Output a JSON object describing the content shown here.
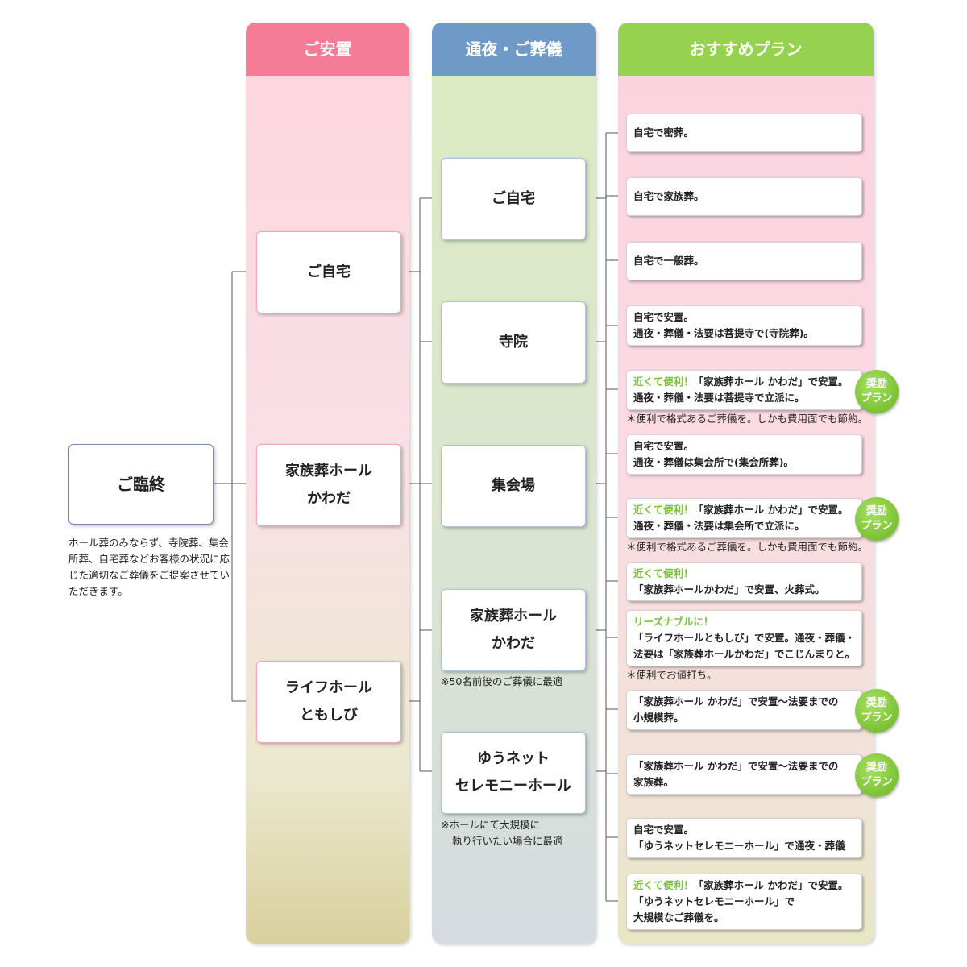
{
  "columns": {
    "anchi": "ご安置",
    "tsuya": "通夜・ご葬儀",
    "plan": "おすすめプラン"
  },
  "start": {
    "label": "ご臨終",
    "description": "ホール葬のみならず、寺院葬、集会所葬、自宅葬などお客様の状況に応じた適切なご葬儀をご提案させていただきます。"
  },
  "anchi_nodes": [
    {
      "lines": [
        "ご自宅"
      ]
    },
    {
      "lines": [
        "家族葬ホール",
        "かわだ"
      ]
    },
    {
      "lines": [
        "ライフホール",
        "ともしび"
      ]
    }
  ],
  "tsuya_nodes": [
    {
      "lines": [
        "ご自宅"
      ],
      "note": ""
    },
    {
      "lines": [
        "寺院"
      ],
      "note": ""
    },
    {
      "lines": [
        "集会場"
      ],
      "note": ""
    },
    {
      "lines": [
        "家族葬ホール",
        "かわだ"
      ],
      "note": "※50名前後のご葬儀に最適"
    },
    {
      "lines": [
        "ゆうネット",
        "セレモニーホール"
      ],
      "note_lines": [
        "※ホールにて大規模に",
        "執り行いたい場合に最適"
      ]
    }
  ],
  "plans": [
    {
      "highlight": "",
      "lines": [
        "自宅で密葬。"
      ]
    },
    {
      "highlight": "",
      "lines": [
        "自宅で家族葬。"
      ]
    },
    {
      "highlight": "",
      "lines": [
        "自宅で一般葬。"
      ]
    },
    {
      "highlight": "",
      "lines": [
        "自宅で安置。",
        "通夜・葬儀・法要は菩提寺で(寺院葬)。"
      ]
    },
    {
      "highlight": "近くて便利！",
      "lines": [
        "「家族葬ホール かわだ」で安置。",
        "通夜・葬儀・法要は菩提寺で立派に。"
      ],
      "badge": "奨励プラン",
      "note": "＊便利で格式あるご葬儀を。しかも費用面でも節約。"
    },
    {
      "highlight": "",
      "lines": [
        "自宅で安置。",
        "通夜・葬儀は集会所で(集会所葬)。"
      ]
    },
    {
      "highlight": "近くて便利！",
      "lines": [
        "「家族葬ホール かわだ」で安置。",
        "通夜・葬儀・法要は集会所で立派に。"
      ],
      "badge": "奨励プラン",
      "note": "＊便利で格式あるご葬儀を。しかも費用面でも節約。"
    },
    {
      "highlight": "近くて便利！",
      "lines": [
        "「家族葬ホールかわだ」で安置、火葬式。"
      ]
    },
    {
      "highlight": "リーズナブルに！",
      "lines": [
        "「ライフホールともしび」で安置。通夜・葬儀・",
        "法要は「家族葬ホールかわだ」でこじんまりと。"
      ],
      "note": "＊便利でお値打ち。"
    },
    {
      "highlight": "",
      "lines": [
        "「家族葬ホール かわだ」で安置〜法要までの",
        "小規模葬。"
      ],
      "badge": "奨励プラン"
    },
    {
      "highlight": "",
      "lines": [
        "「家族葬ホール かわだ」で安置〜法要までの",
        "家族葬。"
      ],
      "badge": "奨励プラン"
    },
    {
      "highlight": "",
      "lines": [
        "自宅で安置。",
        "「ゆうネットセレモニーホール」で通夜・葬儀"
      ]
    },
    {
      "highlight": "近くて便利！",
      "lines": [
        "「家族葬ホール かわだ」で安置。",
        "「ゆうネットセレモニーホール」で",
        "大規模なご葬儀を。"
      ]
    }
  ],
  "badge_label": [
    "奨励",
    "プラン"
  ]
}
